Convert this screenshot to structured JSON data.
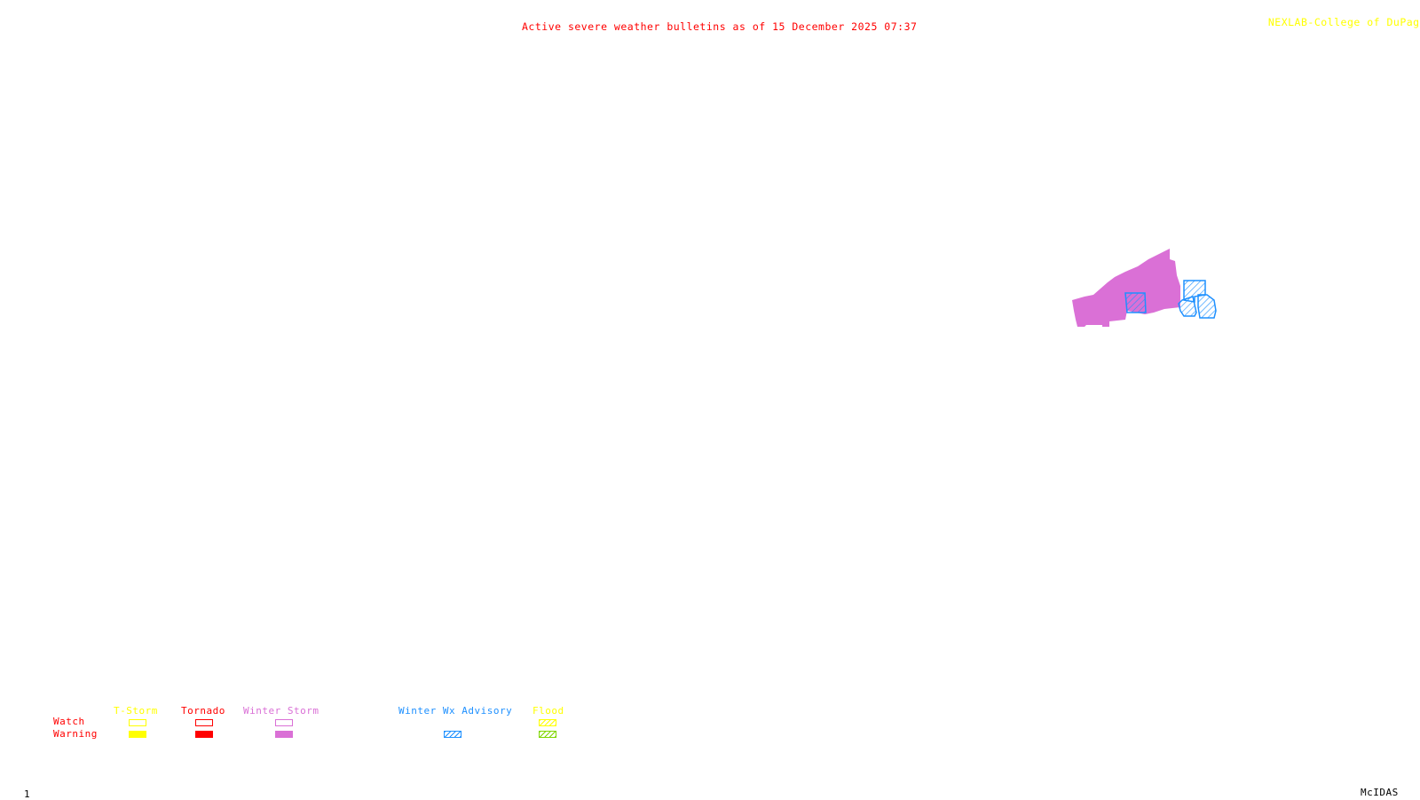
{
  "header": {
    "title": "Active severe weather bulletins as of 15 December 2025 07:37",
    "credit": "NEXLAB-College of DuPage",
    "credit_icon": "cursor-arrow-icon"
  },
  "footer": {
    "frame_number": "1",
    "software": "McIDAS"
  },
  "colors": {
    "tstorm": "#ffff00",
    "tornado": "#ff0000",
    "winter_storm": "#da70d6",
    "winter_wx_advisory": "#1e90ff",
    "flood_watch": "#ffff00",
    "flood_warning": "#7fd700",
    "title": "#ff0000",
    "credit": "#ffff00"
  },
  "legend": {
    "row_labels": {
      "watch": "Watch",
      "warning": "Warning"
    },
    "categories": [
      {
        "label": "T-Storm",
        "color": "#ffff00",
        "watch": "outline",
        "warning": "filled"
      },
      {
        "label": "Tornado",
        "color": "#ff0000",
        "watch": "outline",
        "warning": "filled"
      },
      {
        "label": "Winter Storm",
        "color": "#da70d6",
        "watch": "outline",
        "warning": "filled"
      },
      {
        "label": "Winter Wx Advisory",
        "color": "#1e90ff",
        "watch": "none",
        "warning": "hatched"
      },
      {
        "label": "Flood",
        "color": "#ffff00",
        "warning_color": "#7fd700",
        "watch": "hatched",
        "warning": "hatched"
      }
    ]
  },
  "map": {
    "active_bulletins": [
      {
        "type": "Winter Storm Warning",
        "style": "filled",
        "color": "#da70d6"
      },
      {
        "type": "Winter Wx Advisory",
        "style": "hatched",
        "color": "#1e90ff",
        "count": 4
      }
    ]
  }
}
